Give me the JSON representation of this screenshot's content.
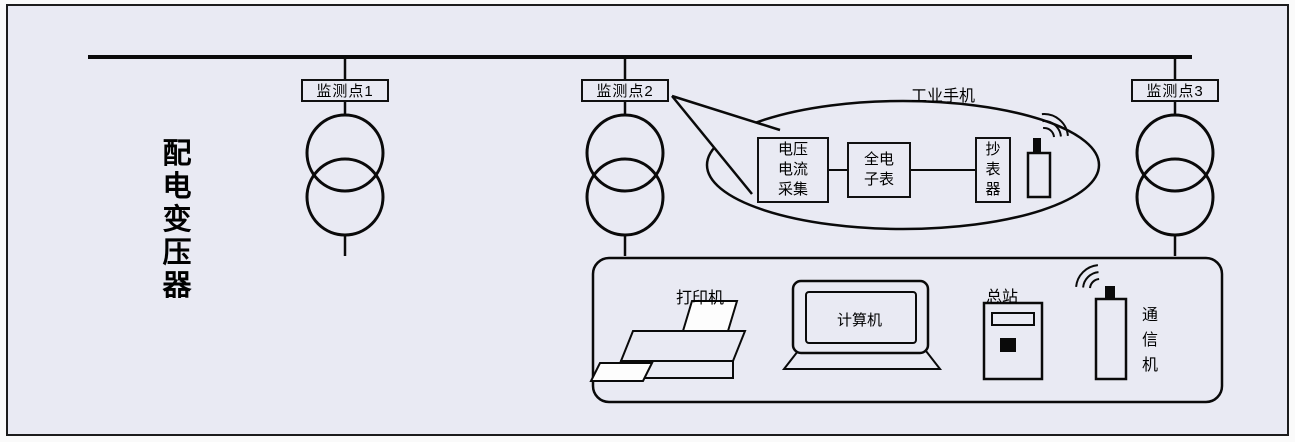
{
  "colors": {
    "background": "#e9eaf3",
    "line": "#0a0a0a",
    "text": "#000000"
  },
  "bus": {
    "side_label": "配电变压器"
  },
  "monitoring_points": [
    {
      "label": "监测点1"
    },
    {
      "label": "监测点2"
    },
    {
      "label": "监测点3"
    }
  ],
  "callout": {
    "title": "工业手机",
    "boxes": [
      {
        "label": "电压电流采集"
      },
      {
        "label": "全电子表"
      },
      {
        "label": "抄表器"
      }
    ]
  },
  "station": {
    "printer_label": "打印机",
    "computer_label": "计算机",
    "master_label": "总站",
    "communicator_label": "通信机"
  },
  "icons": {
    "transformer": "double-circle-transformer",
    "wireless": "signal-arcs",
    "phone": "handset-with-antenna",
    "printer": "printer-3d",
    "computer": "monitor",
    "master_station": "terminal-box",
    "communicator": "radio-unit"
  }
}
